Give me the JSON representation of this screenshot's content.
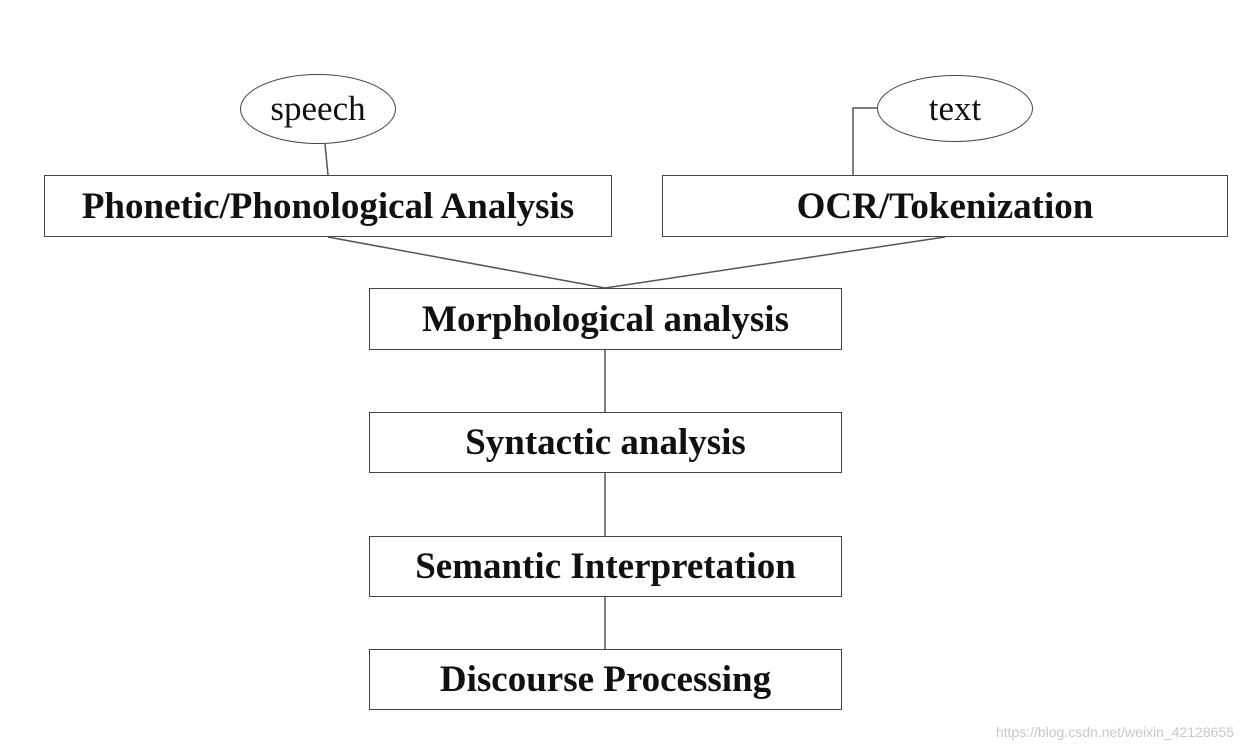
{
  "inputs": {
    "speech_label": "speech",
    "text_label": "text"
  },
  "stages": {
    "phonetic": "Phonetic/Phonological Analysis",
    "ocr": "OCR/Tokenization",
    "morphological": "Morphological analysis",
    "syntactic": "Syntactic analysis",
    "semantic": "Semantic Interpretation",
    "discourse": "Discourse Processing"
  },
  "watermark": "https://blog.csdn.net/weixin_42128655",
  "colors": {
    "line": "#444444",
    "text": "#111111",
    "background": "#ffffff"
  }
}
